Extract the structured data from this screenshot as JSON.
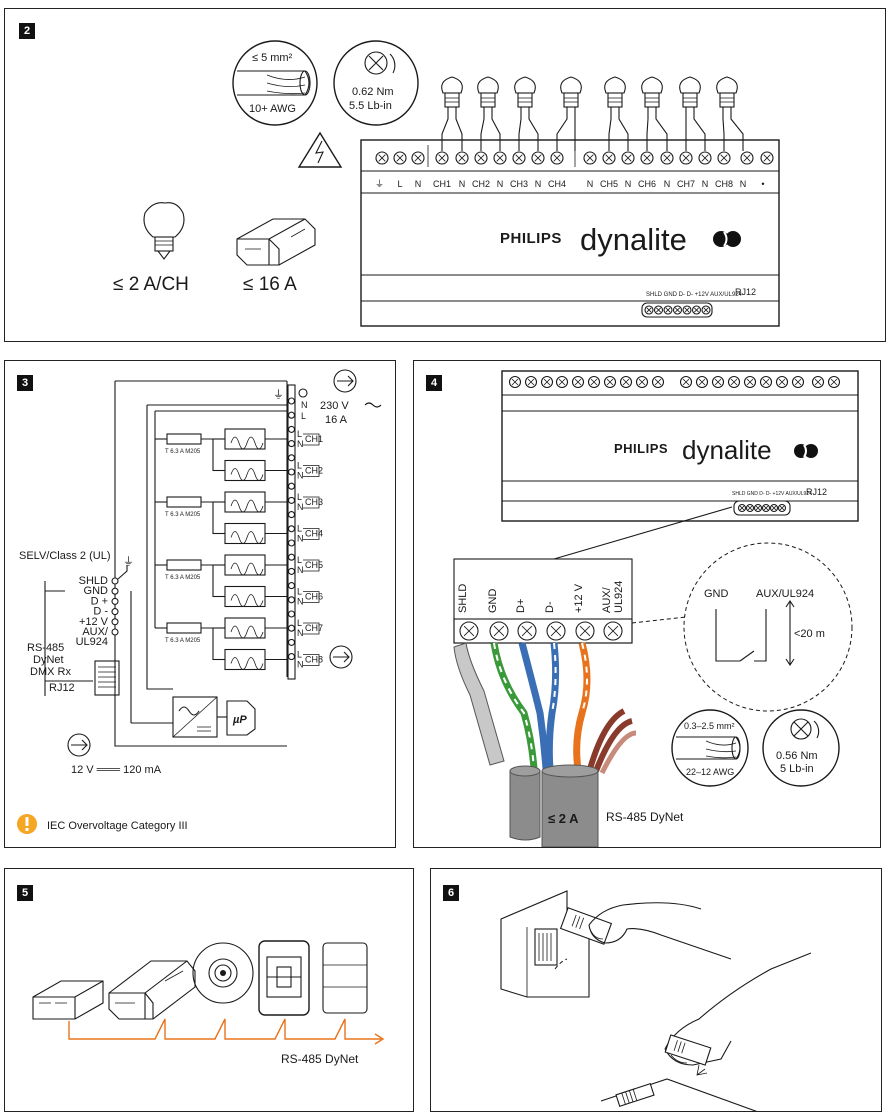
{
  "panel2": {
    "badge": "2",
    "wire_spec": "≤ 5 mm²",
    "wire_awg": "10+ AWG",
    "torque_nm": "0.62 Nm",
    "torque_lb": "5.5 Lb-in",
    "load_per_channel": "≤ 2 A/CH",
    "total_load": "≤ 16 A",
    "terminals": [
      "L",
      "N",
      "CH1",
      "N",
      "CH2",
      "N",
      "CH3",
      "N",
      "CH4",
      "N",
      "CH5",
      "N",
      "CH6",
      "N",
      "CH7",
      "N",
      "CH8",
      "N",
      "•"
    ],
    "brand": "PHILIPS",
    "product": "dynalite",
    "bottom_labels": "SHLD GND D- D- +12V AUX/UL924",
    "rj12": "RJ12"
  },
  "panel3": {
    "badge": "3",
    "mains": "230 V",
    "mains_current": "16 A",
    "fuse_label": "T 6.3 A M205",
    "channels": [
      "CH1",
      "CH2",
      "CH3",
      "CH4",
      "CH5",
      "CH6",
      "CH7",
      "CH8"
    ],
    "selv": "SELV/Class 2 (UL)",
    "low_voltage_terms": [
      "SHLD",
      "GND",
      "D +",
      "D -",
      "+12 V",
      "AUX/",
      "UL924"
    ],
    "rs485": "RS-485",
    "dynet": "DyNet",
    "dmx": "DMX Rx",
    "rj12": "RJ12",
    "up": "µP",
    "supply": "12 V ═══ 120 mA",
    "overvoltage": "IEC Overvoltage Category III",
    "l": "L",
    "n": "N"
  },
  "panel4": {
    "badge": "4",
    "brand": "PHILIPS",
    "product": "dynalite",
    "rj12": "RJ12",
    "bottom_labels": "SHLD GND D- D- +12V AUX/UL924",
    "terminals": [
      "SHLD",
      "GND",
      "D+",
      "D-",
      "+12 V",
      "AUX/",
      "UL924"
    ],
    "gnd": "GND",
    "aux": "AUX/UL924",
    "distance": "<20 m",
    "current": "≤ 2 A",
    "wire_spec": "0.3–2.5 mm²",
    "wire_awg": "22–12 AWG",
    "torque_nm": "0.56 Nm",
    "torque_lb": "5 Lb-in",
    "bus": "RS-485 DyNet"
  },
  "panel5": {
    "badge": "5",
    "bus": "RS-485 DyNet"
  },
  "panel6": {
    "badge": "6"
  },
  "colors": {
    "accent_orange": "#e8731c",
    "warning_yellow": "#f5a623",
    "wire_green": "#3a9a3a",
    "wire_blue": "#3a6fb5",
    "wire_brown": "#8a3a2a",
    "cable_grey": "#8c8c8c"
  }
}
